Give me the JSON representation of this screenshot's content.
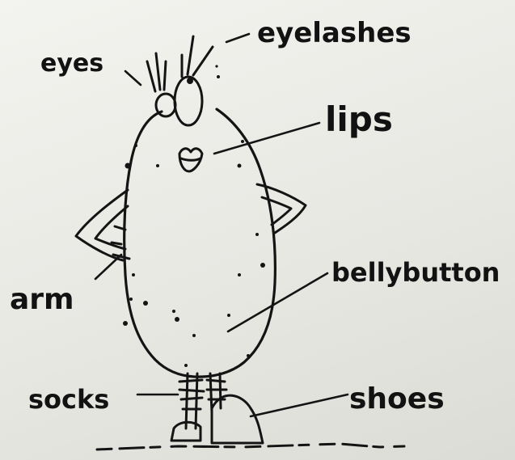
{
  "labels": {
    "eyes": "eyes",
    "eyelashes": "eyelashes",
    "lips": "lips",
    "arm": "arm",
    "bellybutton": "bellybutton",
    "socks": "socks",
    "shoes": "shoes"
  },
  "colors": {
    "ink": "#141414",
    "paper": "#ececE7"
  }
}
